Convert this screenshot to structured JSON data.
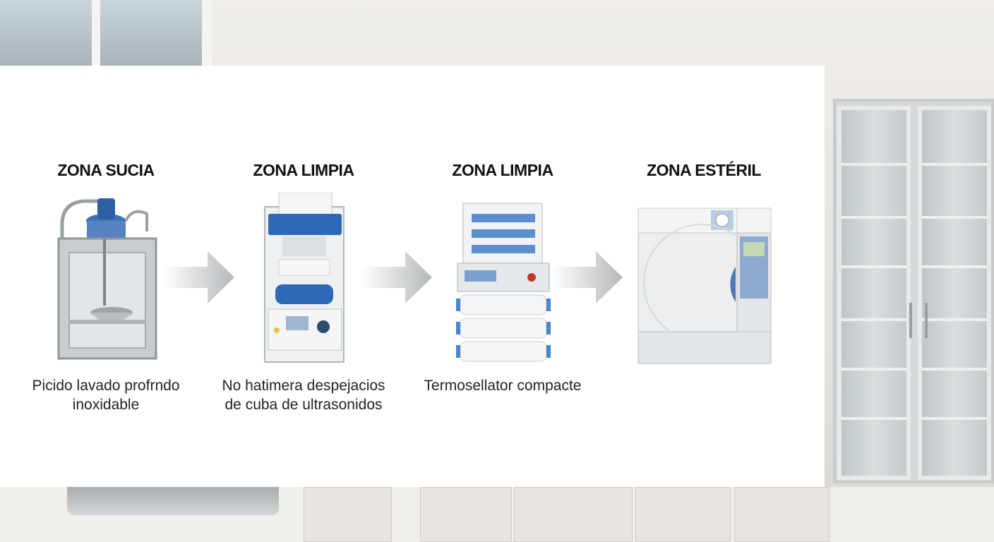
{
  "zones": [
    {
      "title": "ZONA SUCIA",
      "caption_line1": "Picido lavado profrndo",
      "caption_line2": "inoxidable"
    },
    {
      "title": "ZONA LIMPIA",
      "caption_line1": "No hatimera despejacios",
      "caption_line2": "de cuba de ultrasonidos"
    },
    {
      "title": "ZONA LIMPIA",
      "caption_line1": "Termosellator compacte",
      "caption_line2": ""
    },
    {
      "title": "ZONA ESTÉRIL",
      "caption_line1": "",
      "caption_line2": ""
    }
  ],
  "colors": {
    "accent_blue": "#3f72b8",
    "arrow_gray": "#b5b8ba"
  }
}
